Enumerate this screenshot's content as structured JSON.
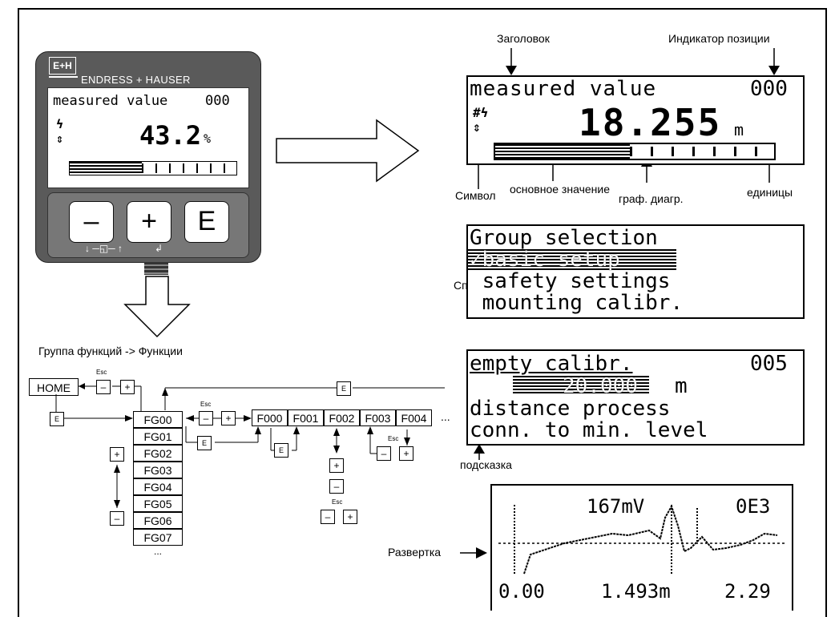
{
  "device": {
    "logo": "E+H",
    "brand": "ENDRESS + HAUSER",
    "lcd_title": "measured value",
    "lcd_pos": "000",
    "lcd_value": "43.2",
    "lcd_unit": "%",
    "key_minus": "–",
    "key_plus": "+",
    "key_e": "E"
  },
  "main_display": {
    "label_title": "Заголовок",
    "label_position": "Индикатор позиции",
    "title": "measured value",
    "pos": "000",
    "value": "18.255",
    "unit": "m",
    "label_symbol": "Символ",
    "label_value": "основное значение",
    "label_bargraph": "граф. диагр.",
    "label_units": "единицы"
  },
  "select_display": {
    "label": "Список выбора",
    "line1": "Group selection",
    "line2": "✓basic setup",
    "line3": " safety settings",
    "line4": " mounting calibr."
  },
  "func_display": {
    "line1": "empty calibr.",
    "pos": "005",
    "value": "20.000",
    "unit": "m",
    "line3": "distance process",
    "line4": "conn. to min. level",
    "label_hint": "подсказка"
  },
  "envelope": {
    "label": "Развертка",
    "mv": "167mV",
    "code": "0E3",
    "x_min": "0.00",
    "x_mid": "1.493m",
    "x_max": "2.29"
  },
  "menu": {
    "title": "Группа функций -> Функции",
    "home": "HOME",
    "esc": "Esc",
    "minus": "–",
    "plus": "+",
    "e": "E",
    "groups": [
      "FG00",
      "FG01",
      "FG02",
      "FG03",
      "FG04",
      "FG05",
      "FG06",
      "FG07"
    ],
    "more_groups": "...",
    "functions": [
      "F000",
      "F001",
      "F002",
      "F003",
      "F004"
    ],
    "more_functions": "..."
  }
}
